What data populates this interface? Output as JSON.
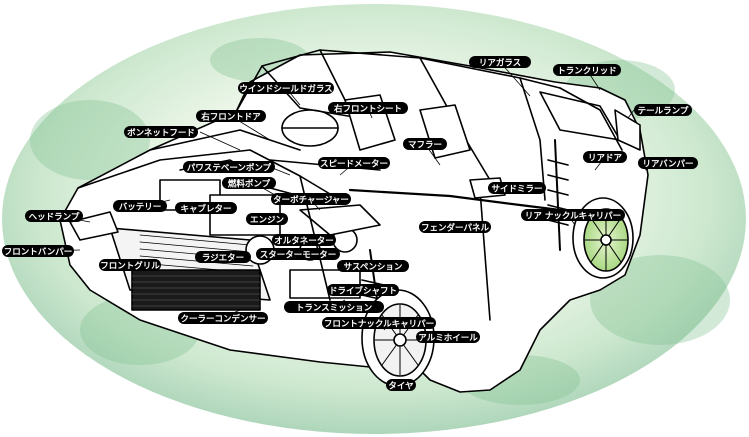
{
  "labels": {
    "rear_glass": "リアガラス",
    "trunk_lid": "トランクリッド",
    "windshield_glass": "ウインドシールドガラス",
    "right_front_door": "右フロントドア",
    "right_front_seat": "右フロントシート",
    "tail_lamp": "テールランプ",
    "bonnet_hood": "ボンネットフード",
    "muffler": "マフラー",
    "rear_door": "リアドア",
    "power_steering_pump": "パワステベーンポンプ",
    "speedometer": "スピードメーター",
    "rear_bumper": "リアバンパー",
    "fuel_pump": "燃料ポンプ",
    "turbocharger": "ターボチャージャー",
    "side_mirror": "サイドミラー",
    "battery": "バッテリー",
    "carburetor": "キャブレター",
    "engine": "エンジン",
    "rear_knuckle_caliper": "リア ナックルキャリパー",
    "head_lamp": "ヘッドランプ",
    "fender_panel": "フェンダーパネル",
    "alternator": "オルタネーター",
    "front_bumper": "フロントバンパー",
    "radiator": "ラジエター",
    "starter_motor": "スターターモーター",
    "front_grille": "フロントグリル",
    "suspension": "サスペンション",
    "drive_shaft": "ドライブシャフト",
    "transmission": "トランスミッション",
    "cooler_condenser": "クーラーコンデンサー",
    "front_knuckle_caliper": "フロントナックルキャリパー",
    "aluminum_wheel": "アルミホイール",
    "tire": "タイヤ"
  },
  "colors": {
    "background_light": "#f4faf0",
    "background_green": "#b9dcc0",
    "background_dark": "#8fc4a6",
    "label_bg": "#000000",
    "label_text": "#ffffff",
    "wheel_green": "#c7e8a6",
    "line": "#000000"
  }
}
